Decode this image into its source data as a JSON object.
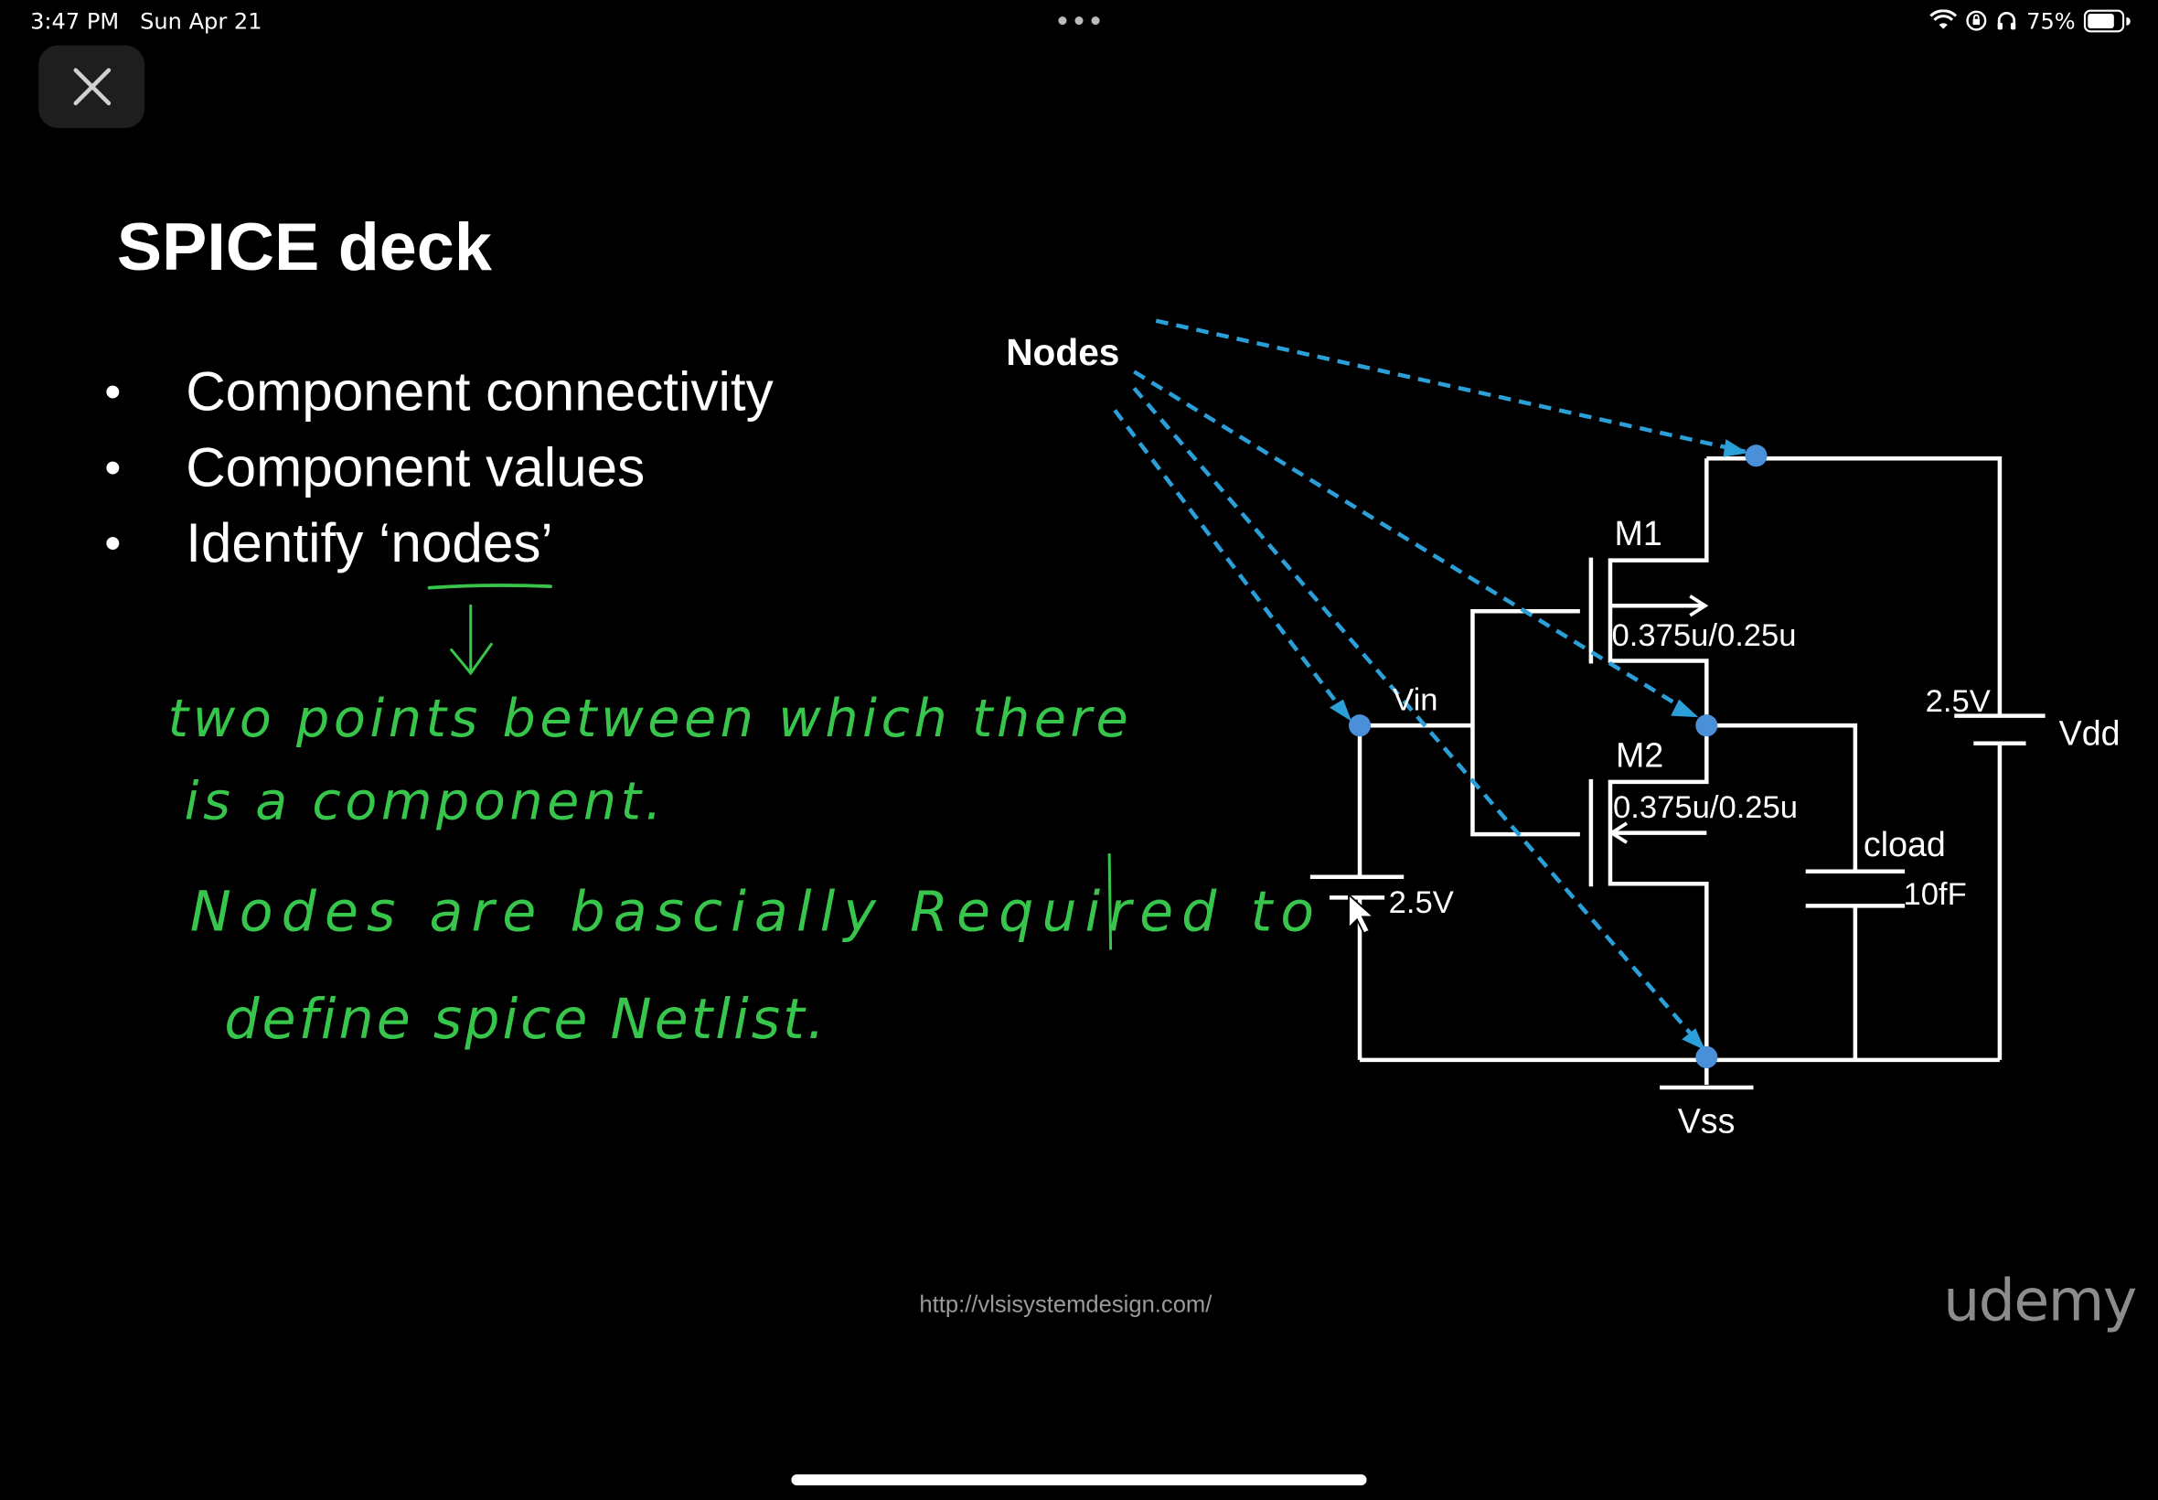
{
  "status_bar": {
    "time": "3:47 PM",
    "date": "Sun Apr 21",
    "battery": "75%"
  },
  "slide": {
    "title": "SPICE deck",
    "bullets": [
      "Component connectivity",
      "Component values",
      "Identify ‘nodes’"
    ],
    "handwritten_notes": [
      "two points between which there",
      "is a component.",
      "Nodes are bascially Required to",
      "define spice Netlist."
    ],
    "footer_url": "http://vlsisystemdesign.com/",
    "logo": "udemy"
  },
  "circuit": {
    "nodes_label": "Nodes",
    "m1_label": "M1",
    "m1_size": "0.375u/0.25u",
    "m2_label": "M2",
    "m2_size": "0.375u/0.25u",
    "vin_label": "Vin",
    "vin_source": "2.5V",
    "vdd_source": "2.5V",
    "vdd_label": "Vdd",
    "cload_label": "cload",
    "cload_value": "10fF",
    "vss_label": "Vss"
  },
  "colors": {
    "background": "#000000",
    "handwriting": "#37c54c",
    "node_arrows": "#2a9fd8",
    "node_dot": "#4a90d9"
  }
}
